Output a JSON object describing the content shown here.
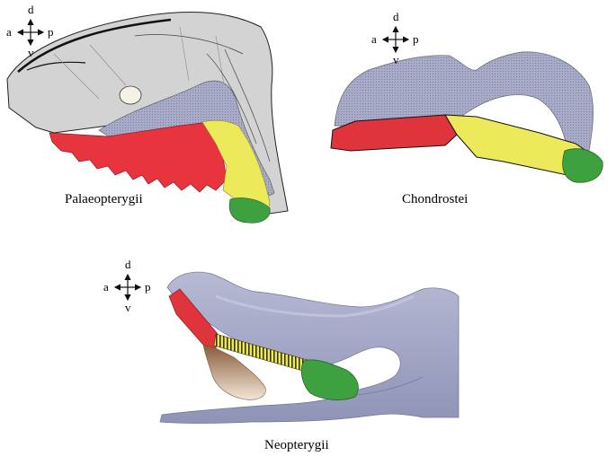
{
  "panels": [
    {
      "caption": "Palaeopterygii",
      "orientation": {
        "dorsal": "d",
        "ventral": "v",
        "anterior": "a",
        "posterior": "p"
      }
    },
    {
      "caption": "Chondrostei",
      "orientation": {
        "dorsal": "d",
        "ventral": "v",
        "anterior": "a",
        "posterior": "p"
      }
    },
    {
      "caption": "Neopterygii",
      "orientation": {
        "dorsal": "d",
        "ventral": "v",
        "anterior": "a",
        "posterior": "p"
      }
    }
  ],
  "colors": {
    "red_element": "#e8343f",
    "yellow_element": "#ece95a",
    "green_element": "#3ea13f",
    "bluegrey_element": "#a8abc8",
    "grey_skull": "#cfcfcf",
    "tan_element": "#c9a27e"
  }
}
